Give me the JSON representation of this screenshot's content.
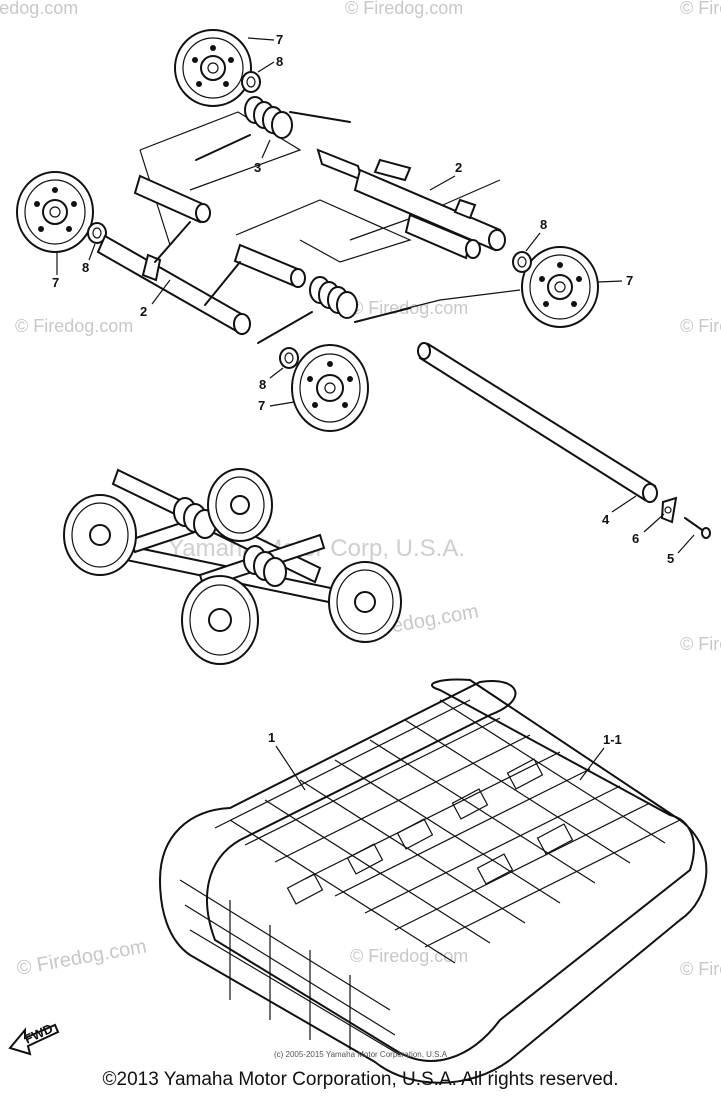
{
  "watermarks": {
    "site": "© Firedog.com",
    "center": "Yamaha Motor Corp, U.S.A."
  },
  "callouts": {
    "p1": "1",
    "p1_1": "1-1",
    "p2": "2",
    "p3": "3",
    "p4": "4",
    "p5": "5",
    "p6": "6",
    "p7": "7",
    "p8": "8"
  },
  "fwd_label": "FWD",
  "footer": {
    "small": "(c) 2005-2015 Yamaha Motor Corporation, U.S.A",
    "copyright": "©2013 Yamaha Motor Corporation, U.S.A. All rights reserved."
  }
}
